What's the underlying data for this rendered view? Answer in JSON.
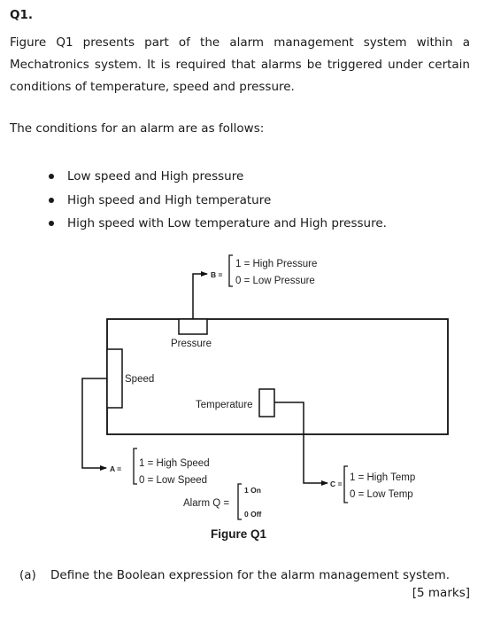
{
  "question": {
    "number": "Q1.",
    "paragraph_lines": [
      "Figure Q1 presents part of the alarm management system within a",
      "Mechatronics system. It is required that alarms be triggered under certain",
      "conditions of temperature, speed and pressure."
    ],
    "conditions_intro": "The conditions for an alarm are as follows:",
    "conditions": [
      "Low speed and High pressure",
      "High speed and High temperature",
      "High speed with Low temperature and High pressure."
    ]
  },
  "figure": {
    "pressure_label": "Pressure",
    "speed_label": "Speed",
    "temperature_label": "Temperature",
    "B_symbol": "B =",
    "B_options": [
      "1 = High Pressure",
      "0 = Low Pressure"
    ],
    "A_symbol": "A =",
    "A_options": [
      "1 = High Speed",
      "0 = Low Speed"
    ],
    "C_symbol": "C =",
    "C_options": [
      "1 = High Temp",
      "0 = Low Temp"
    ],
    "alarm_label": "Alarm Q  =",
    "alarm_options": [
      "1 On",
      "0 Off"
    ],
    "caption": "Figure Q1"
  },
  "part_a": {
    "label": "(a)",
    "text": "Define the Boolean expression for the alarm management system.",
    "marks": "[5 marks]"
  }
}
